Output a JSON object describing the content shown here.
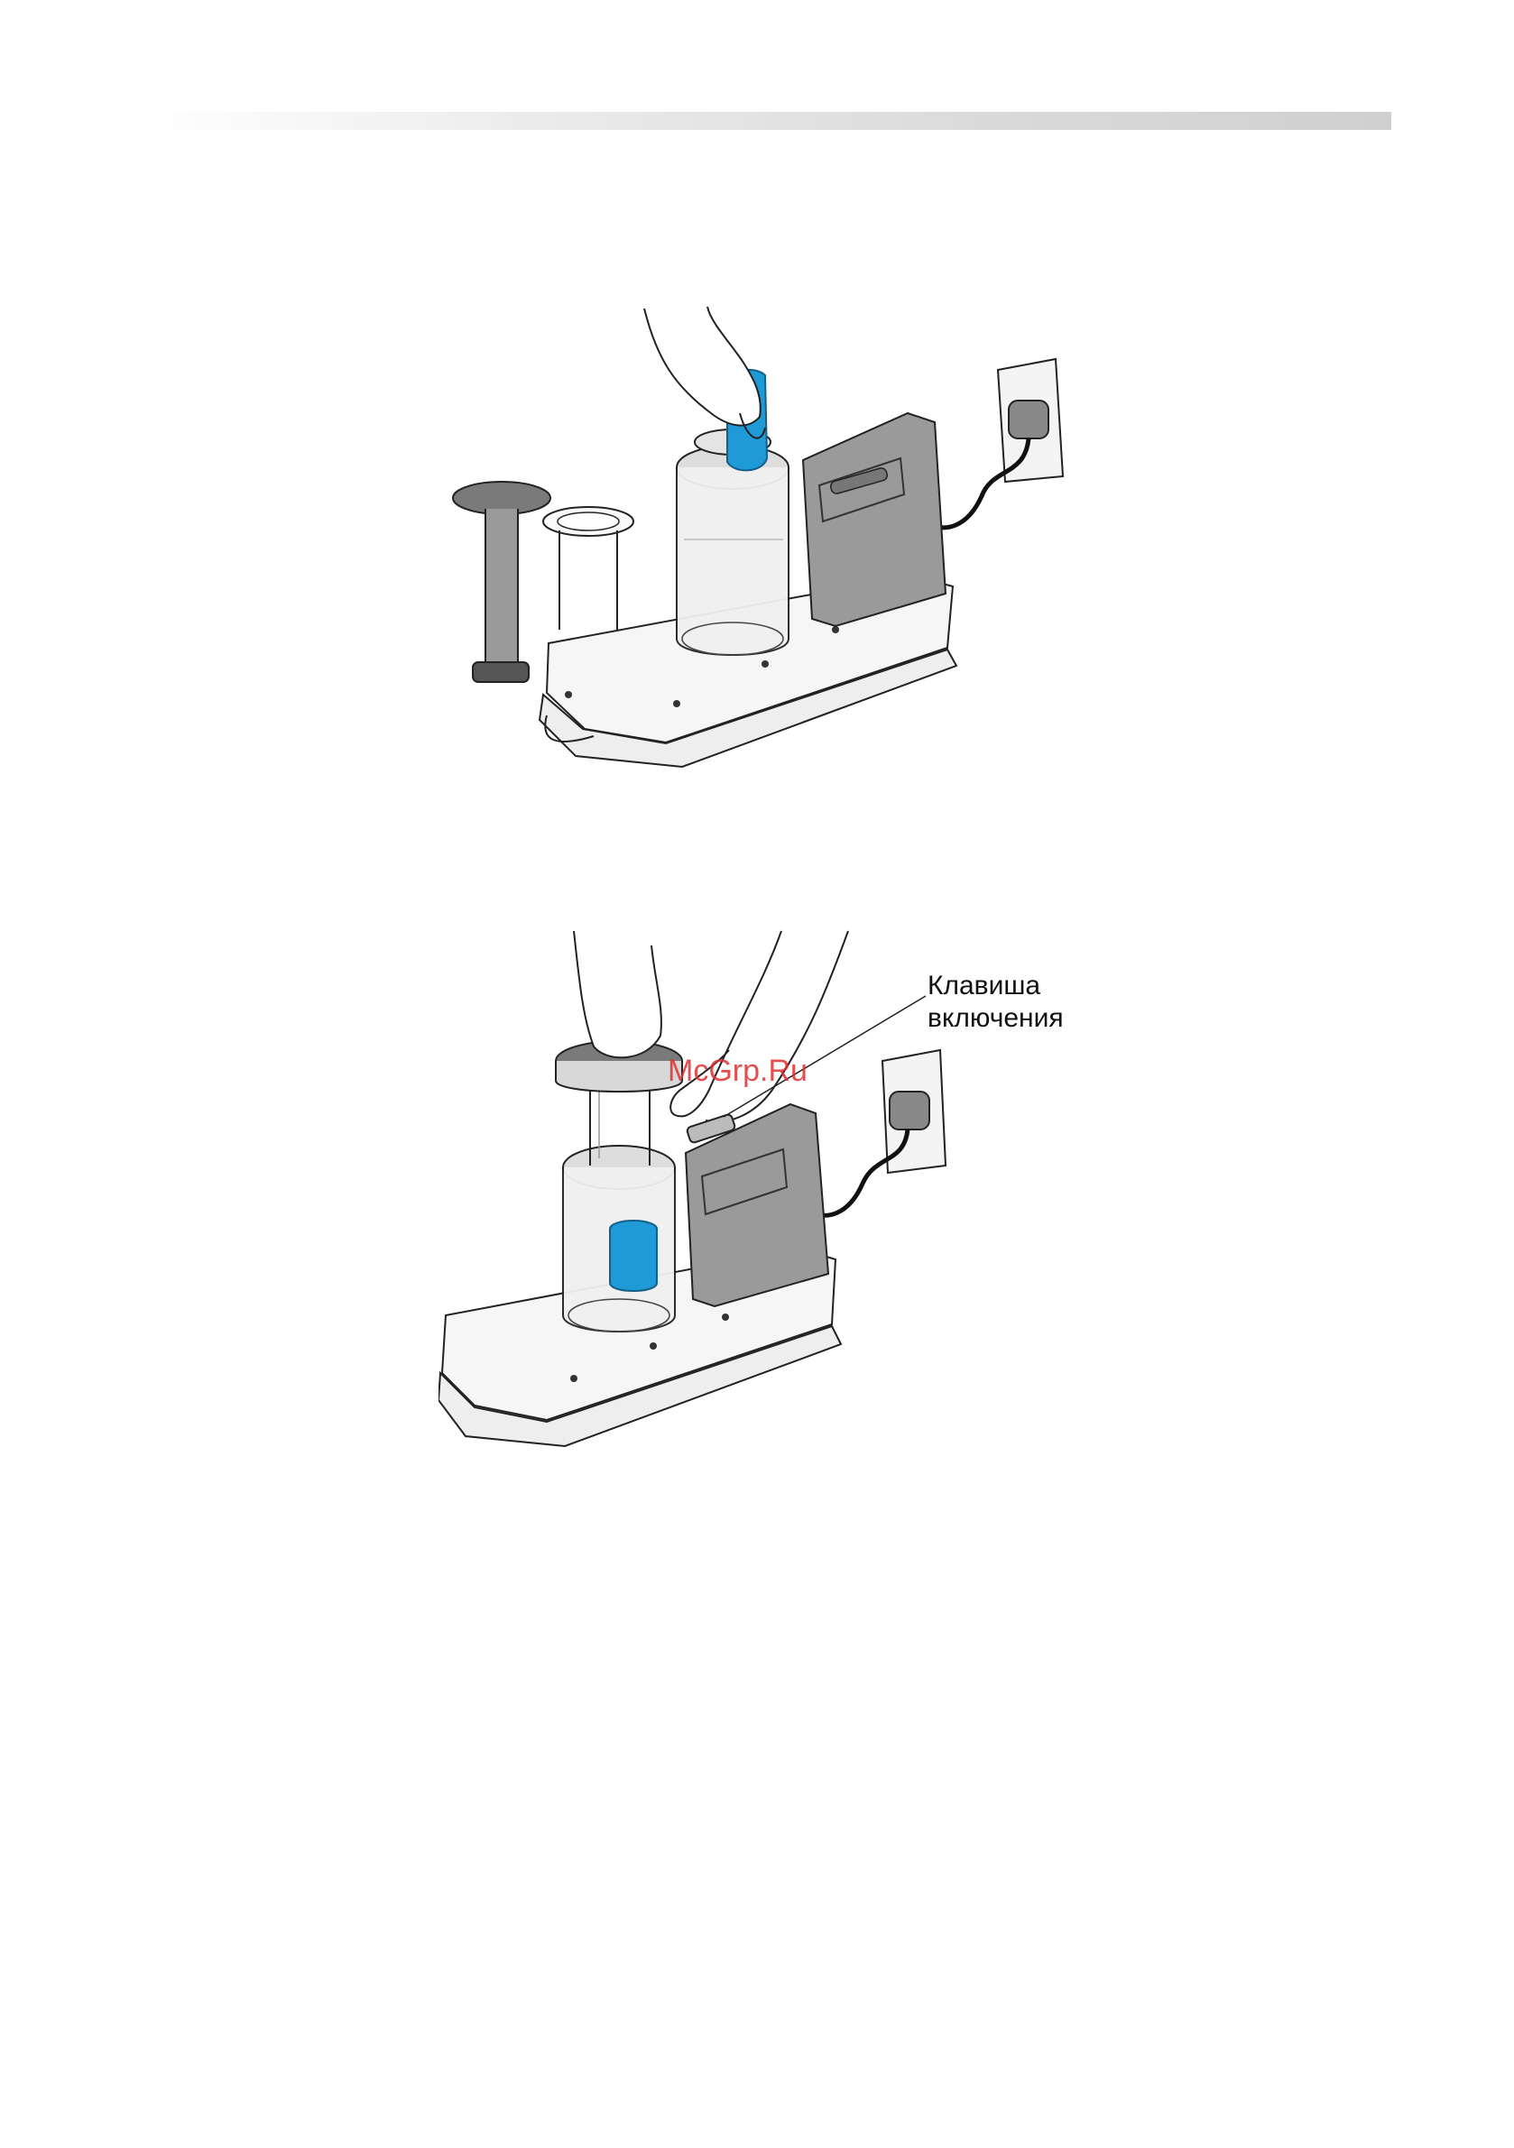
{
  "header": {
    "bar_color": "#d0d0d0"
  },
  "figure_1": {
    "icons": [
      "plunger-icon",
      "feed-tube-icon",
      "hand-icon",
      "food-item-icon",
      "wall-socket-icon",
      "power-plug-icon",
      "shredder-appliance-icon"
    ],
    "accent_color": "#1e9ad6"
  },
  "figure_2": {
    "callout": {
      "line1": "Клавиша",
      "line2": "включения"
    },
    "icons": [
      "hands-icon",
      "pusher-lid-icon",
      "food-item-icon",
      "power-switch-icon",
      "wall-socket-icon",
      "power-plug-icon",
      "shredder-appliance-icon"
    ],
    "accent_color": "#1e9ad6"
  },
  "watermark": {
    "text": "McGrp.Ru",
    "color": "#e03030"
  }
}
